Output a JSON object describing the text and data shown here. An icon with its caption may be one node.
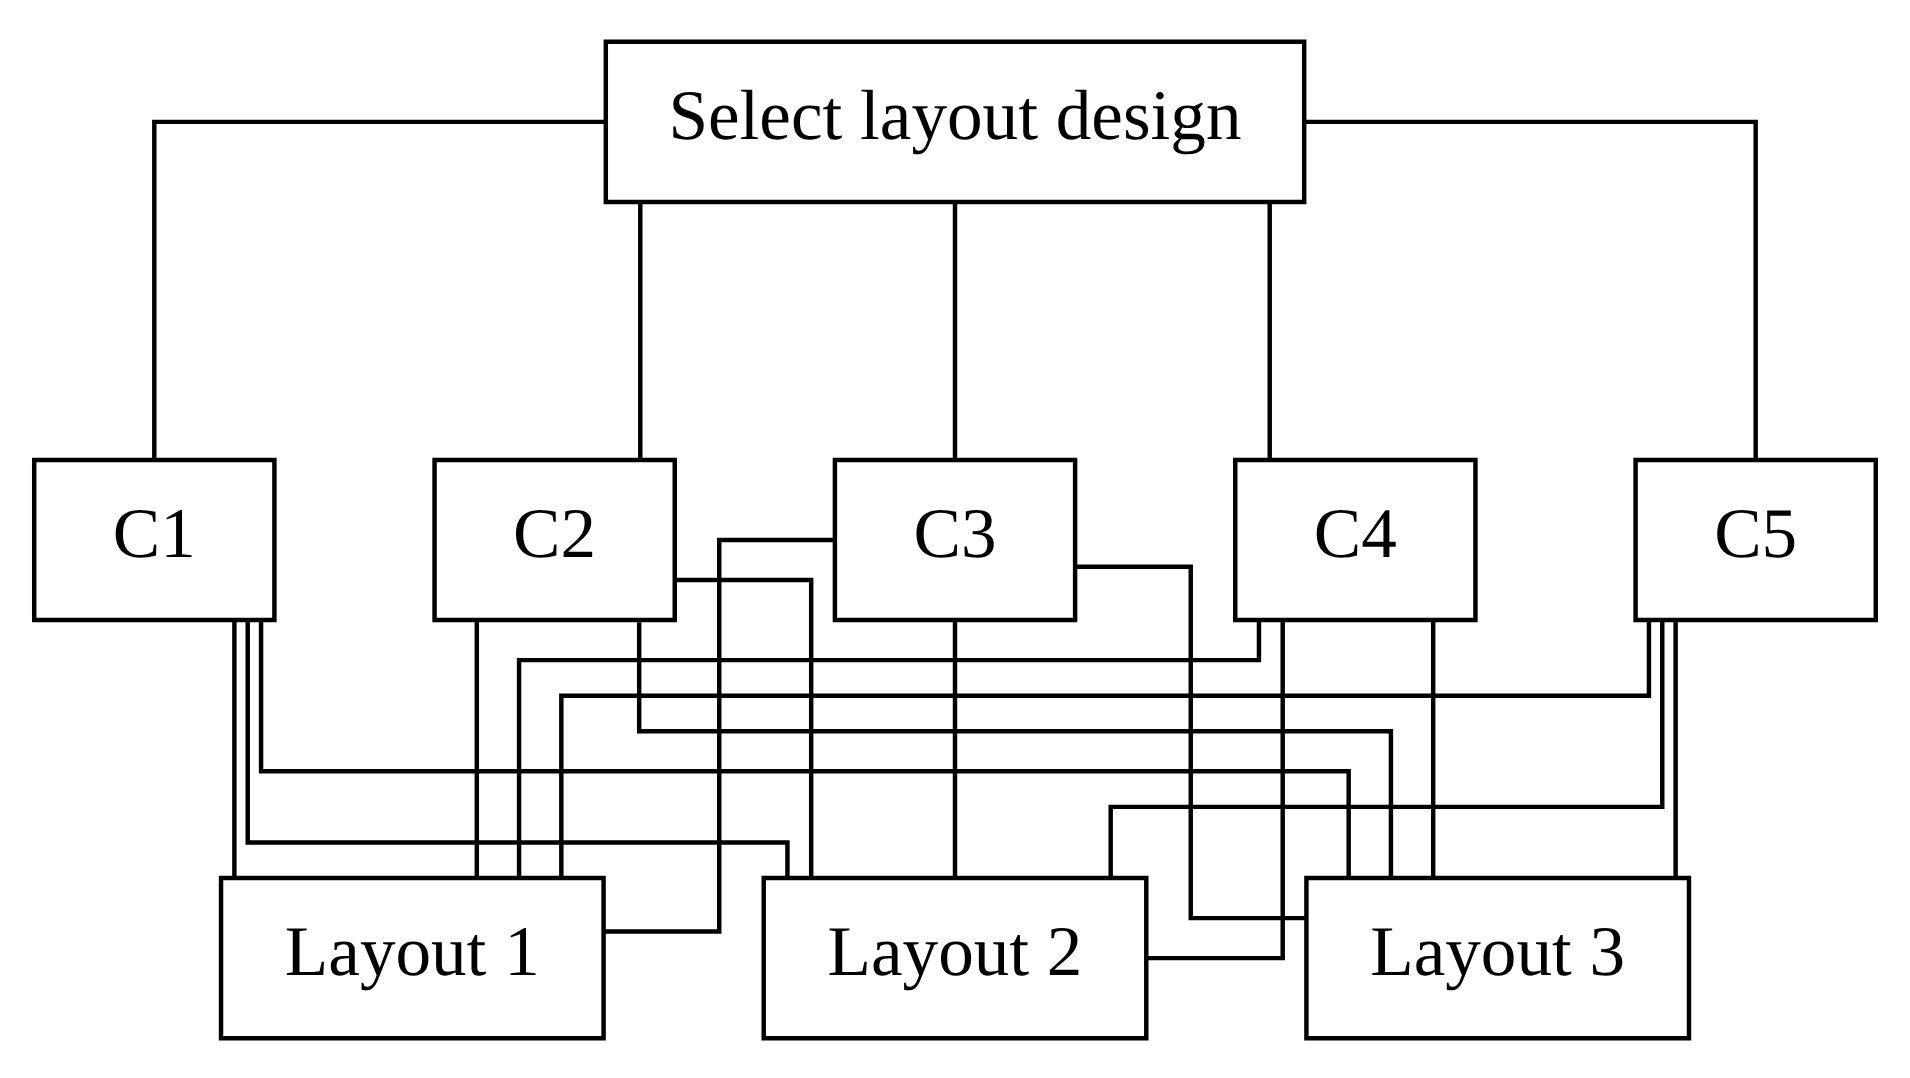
{
  "diagram": {
    "nodes": [
      {
        "text": [
          "Select layout design"
        ]
      },
      {
        "text": [
          "C1"
        ]
      },
      {
        "text": [
          "C2"
        ]
      },
      {
        "text": [
          "C3"
        ]
      },
      {
        "text": [
          "C4"
        ]
      },
      {
        "text": [
          "C5"
        ]
      },
      {
        "text": [
          "Layout 1"
        ]
      },
      {
        "text": [
          "Layout 2"
        ]
      },
      {
        "text": [
          "Layout 3"
        ]
      }
    ],
    "edges": [
      {
        "from": 0,
        "to": 1,
        "arrow": "none"
      },
      {
        "from": 0,
        "to": 2,
        "arrow": "none"
      },
      {
        "from": 0,
        "to": 3,
        "arrow": "none"
      },
      {
        "from": 0,
        "to": 4,
        "arrow": "none"
      },
      {
        "from": 0,
        "to": 5,
        "arrow": "none"
      },
      {
        "from": 1,
        "to": 6,
        "arrow": "none"
      },
      {
        "from": 1,
        "to": 7,
        "arrow": "none"
      },
      {
        "from": 1,
        "to": 8,
        "arrow": "none"
      },
      {
        "from": 2,
        "to": 6,
        "arrow": "none"
      },
      {
        "from": 2,
        "to": 7,
        "arrow": "none"
      },
      {
        "from": 2,
        "to": 8,
        "arrow": "none"
      },
      {
        "from": 3,
        "to": 6,
        "arrow": "none"
      },
      {
        "from": 3,
        "to": 7,
        "arrow": "none"
      },
      {
        "from": 3,
        "to": 8,
        "arrow": "none"
      },
      {
        "from": 4,
        "to": 6,
        "arrow": "none"
      },
      {
        "from": 4,
        "to": 7,
        "arrow": "none"
      },
      {
        "from": 4,
        "to": 8,
        "arrow": "none"
      },
      {
        "from": 5,
        "to": 6,
        "arrow": "none"
      },
      {
        "from": 5,
        "to": 7,
        "arrow": "none"
      },
      {
        "from": 5,
        "to": 8,
        "arrow": "none"
      }
    ]
  }
}
